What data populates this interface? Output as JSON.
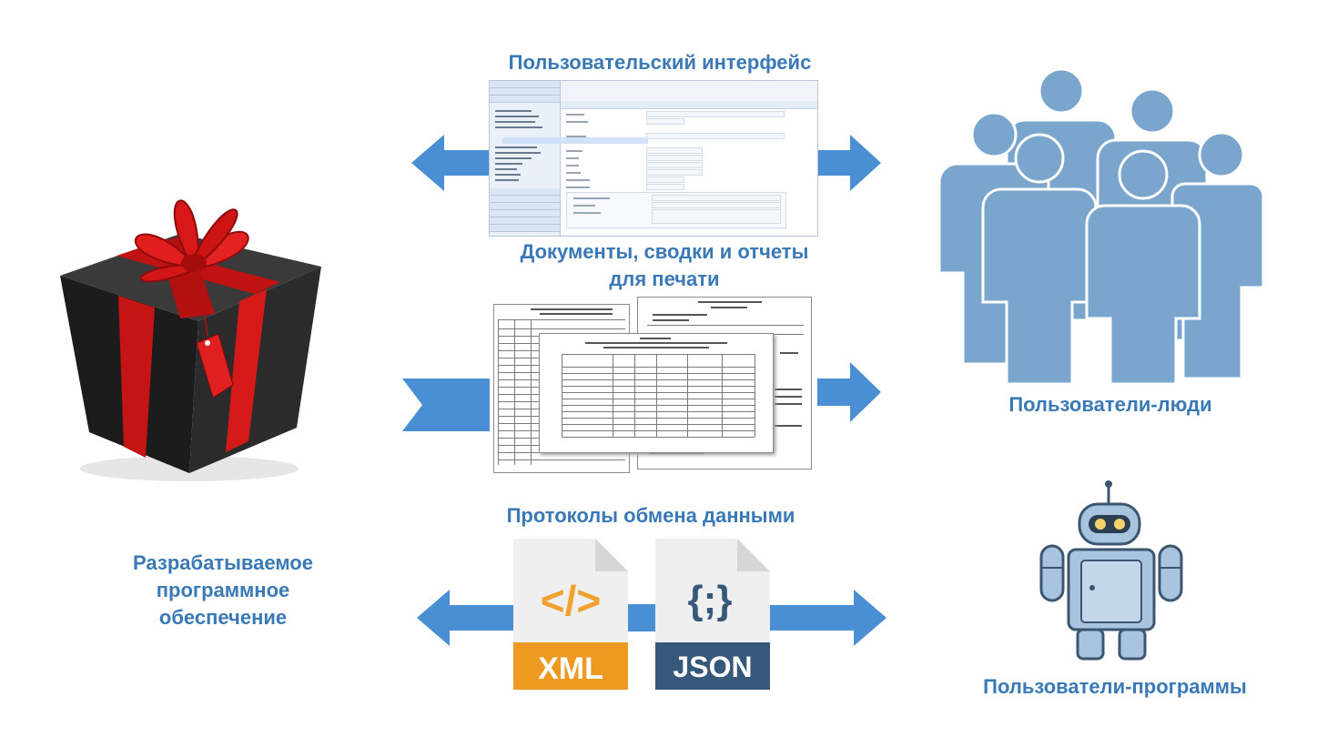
{
  "headings": {
    "ui": "Пользовательский интерфейс",
    "docs_line1": "Документы, сводки и отчеты",
    "docs_line2": "для печати",
    "protocols": "Протоколы обмена данными"
  },
  "labels": {
    "software_line1": "Разрабатываемое",
    "software_line2": "программное",
    "software_line3": "обеспечение",
    "human_users": "Пользователи-люди",
    "program_users": "Пользователи-программы"
  },
  "formats": {
    "xml": {
      "label": "XML",
      "symbol": "</>",
      "color": "#f0a12e",
      "band_color": "#ee9a22"
    },
    "json": {
      "label": "JSON",
      "symbol": "{;}",
      "color": "#36587a",
      "band_color": "#35587b"
    }
  },
  "colors": {
    "accent": "#3a79b6",
    "arrow": "#4a8fd4",
    "people": "#7aa5cd",
    "gift_box": "#1e1e1e",
    "gift_ribbon": "#d51919"
  },
  "icons": [
    "gift-box-icon",
    "people-group-icon",
    "robot-icon",
    "xml-file-icon",
    "json-file-icon",
    "arrow-left-icon",
    "arrow-right-icon"
  ]
}
